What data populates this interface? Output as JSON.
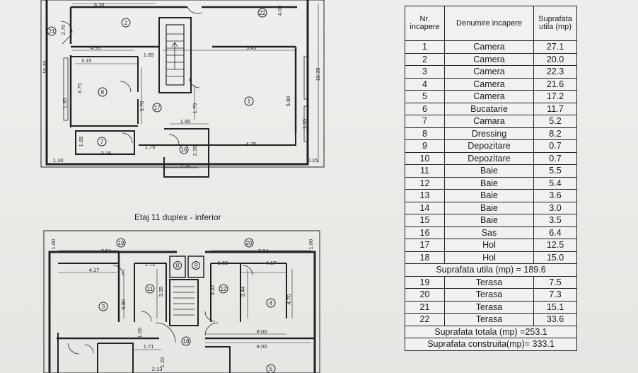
{
  "table": {
    "headers": [
      "Nr. incapere",
      "Denumire incapere",
      "Suprafata utila (mp)"
    ],
    "rows_a": [
      {
        "nr": "1",
        "name": "Camera",
        "area": "27.1"
      },
      {
        "nr": "2",
        "name": "Camera",
        "area": "20.0"
      },
      {
        "nr": "3",
        "name": "Camera",
        "area": "22.3"
      },
      {
        "nr": "4",
        "name": "Camera",
        "area": "21.6"
      },
      {
        "nr": "5",
        "name": "Camera",
        "area": "17.2"
      },
      {
        "nr": "6",
        "name": "Bucatarie",
        "area": "11.7"
      },
      {
        "nr": "7",
        "name": "Camara",
        "area": "5.2"
      },
      {
        "nr": "8",
        "name": "Dressing",
        "area": "8.2"
      },
      {
        "nr": "9",
        "name": "Depozitare",
        "area": "0.7"
      },
      {
        "nr": "10",
        "name": "Depozitare",
        "area": "0.7"
      },
      {
        "nr": "11",
        "name": "Baie",
        "area": "5.5"
      },
      {
        "nr": "12",
        "name": "Baie",
        "area": "5.4"
      },
      {
        "nr": "13",
        "name": "Baie",
        "area": "3.6"
      },
      {
        "nr": "14",
        "name": "Baie",
        "area": "3.0"
      },
      {
        "nr": "15",
        "name": "Baie",
        "area": "3.5"
      },
      {
        "nr": "16",
        "name": "Sas",
        "area": "6.4"
      },
      {
        "nr": "17",
        "name": "Hol",
        "area": "12.5"
      },
      {
        "nr": "18",
        "name": "Hol",
        "area": "15.0"
      }
    ],
    "sum_utila": "Suprafata utila (mp) = 189.6",
    "rows_b": [
      {
        "nr": "19",
        "name": "Terasa",
        "area": "7.5"
      },
      {
        "nr": "20",
        "name": "Terasa",
        "area": "7.3"
      },
      {
        "nr": "21",
        "name": "Terasa",
        "area": "15.1"
      },
      {
        "nr": "22",
        "name": "Terasa",
        "area": "33.6"
      }
    ],
    "sum_totala": "Suprafata totala (mp) =253.1",
    "sum_construita": "Suprafata construita(mp)= 333.1"
  },
  "plan_top": {
    "dims": [
      "3.10",
      "2.70",
      "4.95",
      "1.65",
      "5.45",
      "4.00",
      "10.40",
      "10.35",
      "3.15",
      "3.75",
      "5.70",
      "1.70",
      "5.80",
      "1.90",
      "1.65",
      "3.15",
      "1.75",
      "2.35",
      "1.50",
      "4.75",
      "1.10",
      "1.35",
      "0.15",
      "1.35"
    ],
    "rooms": [
      "2",
      "22",
      "21",
      "6",
      "17",
      "1",
      "7",
      "16"
    ]
  },
  "caption": "Etaj 11 duplex - inferior",
  "plan_bottom": {
    "dims": [
      "1.00",
      "7.51",
      "7.34",
      "1.00",
      "4.17",
      "1.72",
      "1.69",
      "4.17",
      "3.35",
      "3.32",
      "3.44",
      "4.70",
      "6.80",
      "1.00",
      "1.71",
      "8.00",
      "8.00",
      "2.13",
      "1.22"
    ],
    "rooms": [
      "19",
      "20",
      "8",
      "9",
      "3",
      "11",
      "12",
      "4",
      "18",
      "5"
    ]
  }
}
